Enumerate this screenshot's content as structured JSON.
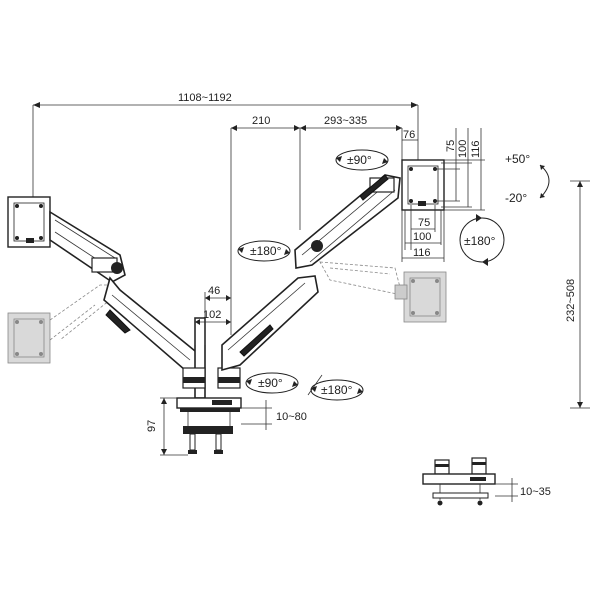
{
  "dimensions": {
    "total_span": "1108~1192",
    "arm_reach": "210",
    "arm_extension": "293~335",
    "offset_76": "76",
    "pole_46": "46",
    "pole_102": "102",
    "height_97": "97",
    "desk_10_80": "10~80",
    "desk_10_35": "10~35",
    "vesa_w_75": "75",
    "vesa_w_100": "100",
    "vesa_w_116": "116",
    "vesa_h_75": "75",
    "vesa_h_100": "100",
    "vesa_h_116": "116",
    "height_range": "232~508"
  },
  "rotations": {
    "swivel_top": "±90°",
    "rotate_left": "±180°",
    "tilt_up": "+50°",
    "tilt_down": "-20°",
    "rotate_right": "±180°",
    "base_swivel": "±90°",
    "base_rotate": "±180°"
  },
  "colors": {
    "line": "#222222",
    "ghost": "#888888",
    "ghost_fill": "#d9d9d9"
  }
}
